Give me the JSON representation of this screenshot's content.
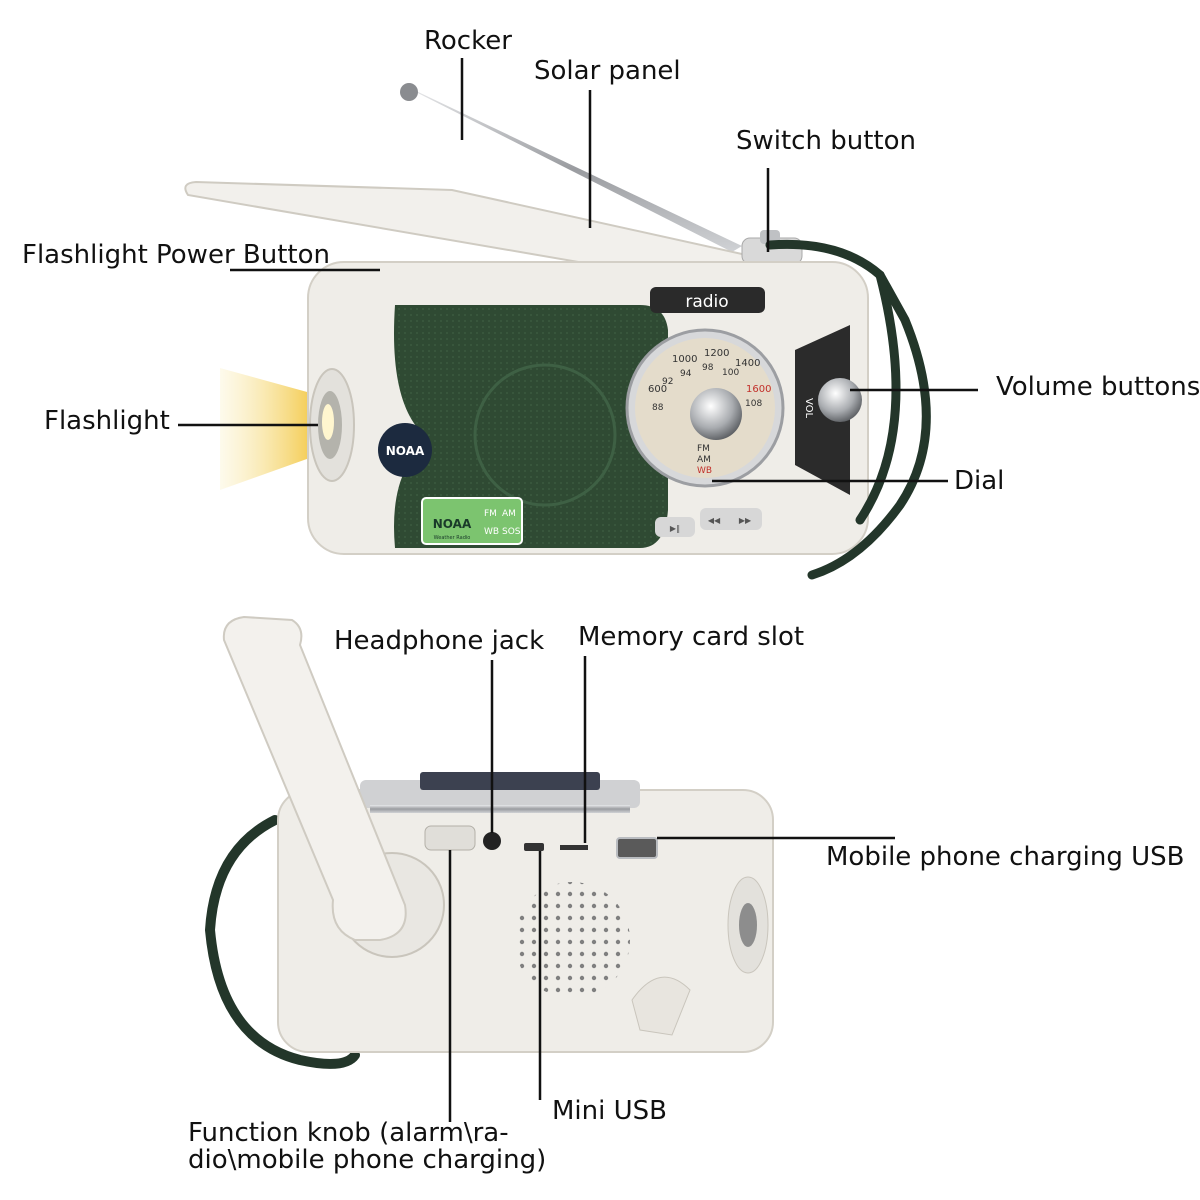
{
  "labels": {
    "rocker": "Rocker",
    "solar_panel": "Solar panel",
    "switch_button": "Switch button",
    "flashlight_power_button": "Flashlight Power Button",
    "flashlight": "Flashlight",
    "volume_buttons": "Volume buttons",
    "dial": "Dial",
    "headphone_jack": "Headphone jack",
    "memory_card_slot": "Memory card slot",
    "mobile_phone_charging_usb": "Mobile phone charging USB",
    "mini_usb": "Mini USB",
    "function_knob": "Function knob (alarm\\ra-dio\\mobile phone charging)"
  },
  "device_text": {
    "radio_badge": "radio",
    "noaa_logo": "NOAA",
    "noaa_sub": "Weather Radio",
    "band_fm": "FM",
    "band_am": "AM",
    "band_wb": "WB",
    "band_sos": "SOS",
    "dial_scale_am": [
      "600",
      "1000",
      "1200",
      "1400",
      "1600"
    ],
    "dial_scale_fm": [
      "88",
      "92",
      "94",
      "98",
      "100",
      "108"
    ],
    "dial_fm": "FM",
    "dial_am": "AM",
    "dial_wb": "WB",
    "vol_label": "VOL"
  },
  "colors": {
    "body_white": "#efede8",
    "speaker_green": "#2f4a33",
    "strap_green": "#23362a",
    "beam_yellow": "#f3c743",
    "chrome": "#b9bcc0",
    "dial_face": "#e4dccb",
    "dial_red": "#c2302a"
  }
}
